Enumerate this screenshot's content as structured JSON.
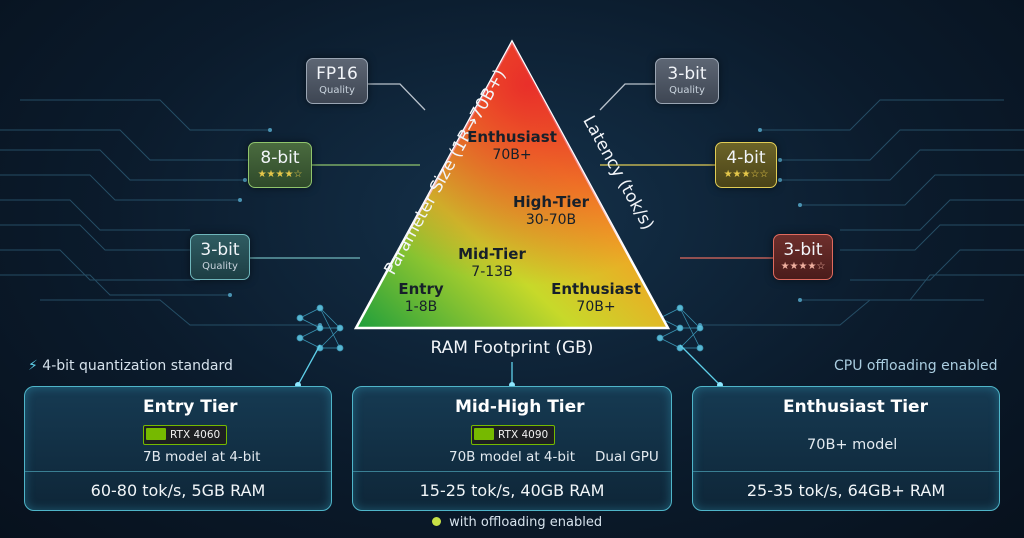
{
  "badges": {
    "fp16": {
      "label": "FP16",
      "sub": "Quality"
    },
    "left_8bit": {
      "label": "8-bit",
      "stars": "★★★★☆"
    },
    "left_3bit": {
      "label": "3-bit",
      "sub": "Quality"
    },
    "right_3bit_top": {
      "label": "3-bit",
      "sub": "Quality"
    },
    "right_4bit": {
      "label": "4-bit",
      "stars": "★★★☆☆"
    },
    "right_3bit_bottom": {
      "label": "3-bit",
      "stars": "★★★★☆"
    }
  },
  "triangle": {
    "left_axis": "Parameter Size (1B→70B+)",
    "right_axis": "Latency (tok/s)",
    "bottom_axis": "RAM Footprint (GB)",
    "regions": [
      {
        "title": "Enthusiast",
        "value": "70B+"
      },
      {
        "title": "High-Tier",
        "value": "30-70B"
      },
      {
        "title": "Mid-Tier",
        "value": "7-13B"
      },
      {
        "title": "Entry",
        "value": "1-8B"
      },
      {
        "title": "Enthusiast",
        "value": "70B+"
      }
    ]
  },
  "notes": {
    "left": "4-bit quantization standard",
    "right": "CPU offloading enabled",
    "bottom": "with offloading enabled"
  },
  "tiers": [
    {
      "title": "Entry Tier",
      "gpu": "RTX 4060",
      "desc": "7B model at 4-bit",
      "footer": "60-80 tok/s, 5GB RAM"
    },
    {
      "title": "Mid-High Tier",
      "gpu": "RTX 4090",
      "desc": "70B model at 4-bit",
      "extra": "Dual GPU",
      "card_label": "RTX 4090",
      "footer": "15-25 tok/s, 40GB RAM"
    },
    {
      "title": "Enthusiast Tier",
      "desc": "70B+ model",
      "footer": "25-35 tok/s, 64GB+ RAM"
    }
  ],
  "colors": {
    "green": "#2fa83a",
    "yellow": "#e8de2a",
    "red": "#e8262a",
    "panel_border": "#4fb5c9",
    "star_gold": "#e6c84a"
  }
}
